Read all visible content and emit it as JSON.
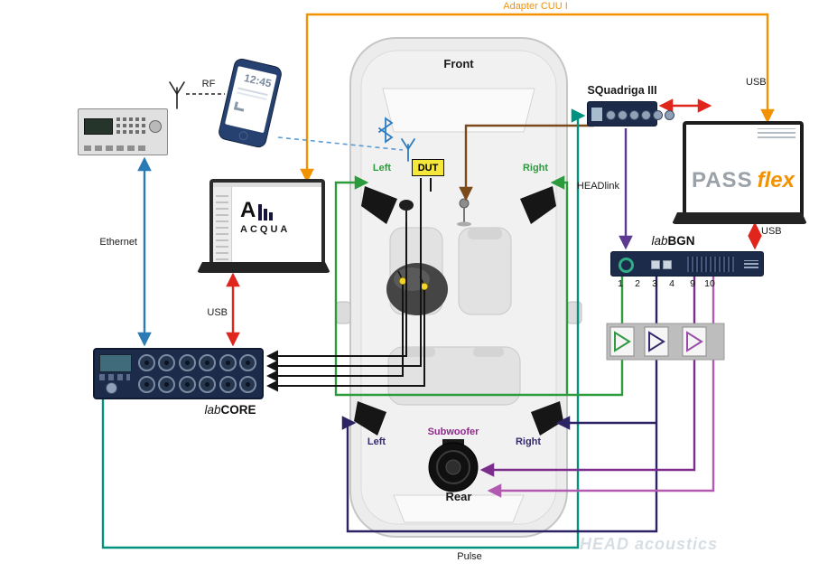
{
  "labels": {
    "adapter": "Adapter CUU I",
    "front": "Front",
    "rear": "Rear",
    "front_left": "Left",
    "front_right": "Right",
    "rear_left": "Left",
    "rear_right": "Right",
    "dut": "DUT",
    "subwoofer": "Subwoofer",
    "rf": "RF",
    "ethernet": "Ethernet",
    "usb_acqua": "USB",
    "usb_squadriga": "USB",
    "usb_labbgn": "USB",
    "headlink": "HEADlink",
    "pulse": "Pulse"
  },
  "devices": {
    "phone": {
      "time": "12:45"
    },
    "acqua_laptop": {
      "brand": "ACQUA"
    },
    "pass_laptop": {
      "brand": "PASS",
      "brand_suffix": "flex"
    },
    "labcore": {
      "prefix": "lab",
      "name": "CORE"
    },
    "labbgn": {
      "prefix": "lab",
      "name": "BGN"
    },
    "squadriga": {
      "name": "SQuadriga III"
    }
  },
  "channels": [
    "1",
    "2",
    "3",
    "4",
    "9",
    "10"
  ],
  "watermark": "HEAD acoustics",
  "colors": {
    "orange": "#f39200",
    "red": "#e0251d",
    "ethernet_blue": "#2a7ab5",
    "green": "#2e9a3e",
    "teal": "#00927f",
    "navy": "#2b2363",
    "headlink_purple": "#5c3a91",
    "violet": "#7b2d8b",
    "magenta": "#b25ab2",
    "brown": "#7a4a1a",
    "dut_yellow": "#f6e73b"
  }
}
